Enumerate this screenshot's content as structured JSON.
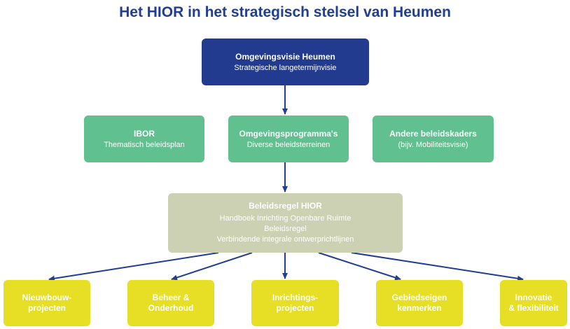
{
  "title": "Het HIOR in het strategisch stelsel van Heumen",
  "colors": {
    "title": "#1f3e95",
    "top": "#223b8e",
    "middle": "#60c08f",
    "regel": "#cbd1b2",
    "bottom": "#e6df25",
    "arrow": "#1f3e95"
  },
  "top": {
    "title": "Omgevingsvisie Heumen",
    "subtitle": "Strategische langetermijnvisie"
  },
  "middle": [
    {
      "title": "IBOR",
      "subtitle": "Thematisch beleidsplan"
    },
    {
      "title": "Omgevingsprogramma's",
      "subtitle": "Diverse beleidsterreinen"
    },
    {
      "title": "Andere beleidskaders",
      "subtitle": "(bijv. Mobiliteitsvisie)"
    }
  ],
  "regel": {
    "title": "Beleidsregel HIOR",
    "lines": [
      "Handboek Inrichting Openbare Ruimte",
      "Beleidsregel",
      "Verbindende integrale ontwerprichtlijnen"
    ]
  },
  "bottom": [
    {
      "line1": "Nieuwbouw-",
      "line2": "projecten"
    },
    {
      "line1": "Beheer &",
      "line2": "Onderhoud"
    },
    {
      "line1": "Inrichtings-",
      "line2": "projecten"
    },
    {
      "line1": "Gebiedseigen",
      "line2": "kenmerken"
    },
    {
      "line1": "Innovatie",
      "line2": "& flexibiliteit"
    }
  ]
}
